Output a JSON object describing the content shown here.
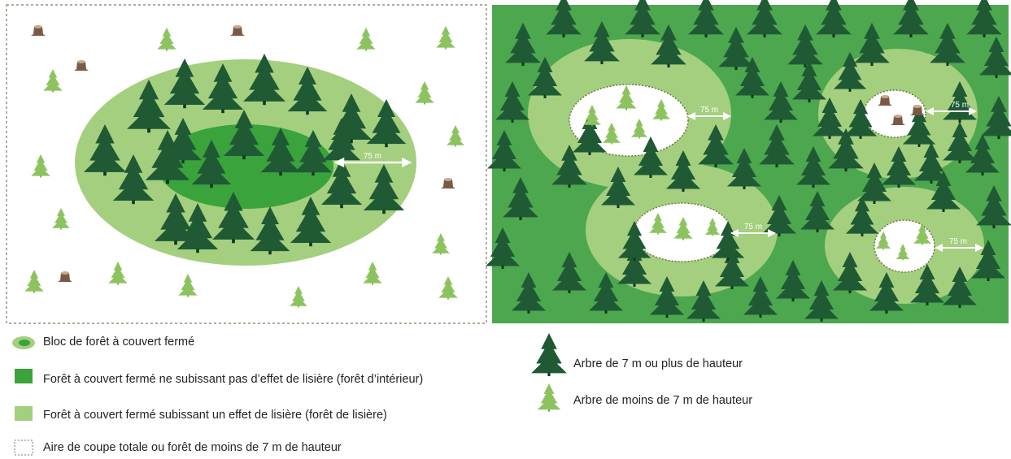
{
  "colors": {
    "dark_tree": "#1f5a35",
    "dark_tree_trunk": "#123820",
    "light_tree": "#8dc35f",
    "stump": "#7a5a45",
    "interior_forest": "#3aa33c",
    "edge_forest": "#a4cf7e",
    "right_background": "#4ca74e",
    "dashed_border": "#7a7a5a",
    "arrow": "#ffffff"
  },
  "left_panel": {
    "distance_label": "75 m"
  },
  "right_panel": {
    "distance_labels": [
      "75 m",
      "75 m",
      "75 m",
      "75 m"
    ]
  },
  "legend": {
    "items": [
      {
        "symbol": "ellipse-icon",
        "label": "Bloc de forêt à couvert fermé"
      },
      {
        "symbol": "dark-green-square-icon",
        "label": "Forêt à couvert fermé ne subissant pas d’effet de lisière (forêt d’intérieur)"
      },
      {
        "symbol": "light-green-square-icon",
        "label": "Forêt à couvert fermé subissant un effet de lisière (forêt de lisière)"
      },
      {
        "symbol": "dashed-square-icon",
        "label": "Aire de coupe totale ou forêt de moins de 7 m de hauteur"
      }
    ],
    "trees": [
      {
        "symbol": "tall-tree-icon",
        "label": "Arbre de 7 m ou plus de hauteur"
      },
      {
        "symbol": "small-tree-icon",
        "label": "Arbre de moins de 7 m de hauteur"
      }
    ]
  }
}
